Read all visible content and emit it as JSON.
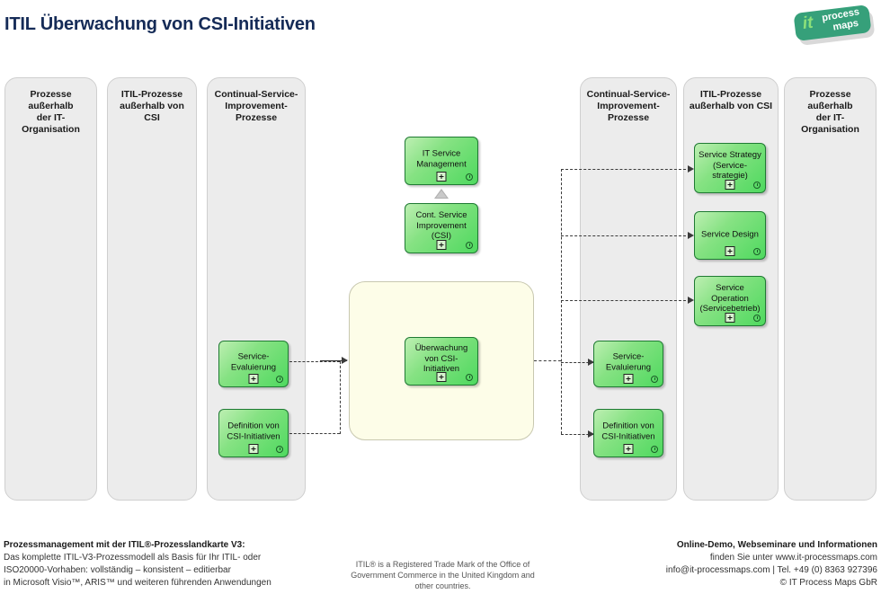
{
  "page": {
    "title": "ITIL Überwachung von CSI-Initiativen"
  },
  "logo": {
    "it": "it",
    "process": "process",
    "maps": "maps",
    "color": "#36a07a",
    "it_color": "#8ce07a"
  },
  "lanes": [
    {
      "id": "lane-left-outside-it",
      "label": "Prozesse außerhalb\nder IT-Organisation"
    },
    {
      "id": "lane-left-itil",
      "label": "ITIL-Prozesse\naußerhalb von CSI"
    },
    {
      "id": "lane-left-csi",
      "label": "Continual-Service-\nImprovement-\nProzesse"
    },
    {
      "id": "lane-right-csi",
      "label": "Continual-Service-\nImprovement-\nProzesse"
    },
    {
      "id": "lane-right-itil",
      "label": "ITIL-Prozesse\naußerhalb von CSI"
    },
    {
      "id": "lane-right-outside-it",
      "label": "Prozesse außerhalb\nder IT-Organisation"
    }
  ],
  "boxes": {
    "it_service_management": "IT Service\nManagement",
    "cont_service_improvement": "Cont. Service\nImprovement\n(CSI)",
    "center_process": "Überwachung\nvon CSI-\nInitiativen",
    "left_service_evaluierung": "Service-\nEvaluierung",
    "left_definition_csi": "Definition von\nCSI-Initiativen",
    "right_service_evaluierung": "Service-\nEvaluierung",
    "right_definition_csi": "Definition von\nCSI-Initiativen",
    "service_strategy": "Service Strategy\n(Service-\nstrategie)",
    "service_design": "Service Design",
    "service_operation": "Service\nOperation\n(Servicebetrieb)"
  },
  "footer": {
    "left": {
      "headline": "Prozessmanagement mit der ITIL®-Prozesslandkarte V3:",
      "line1": "Das komplette ITIL-V3-Prozessmodell als Basis für Ihr ITIL- oder",
      "line2": "ISO20000-Vorhaben: vollständig – konsistent – editierbar",
      "line3": "in Microsoft Visio™, ARIS™ und weiteren führenden Anwendungen"
    },
    "center": {
      "line1": "ITIL® is a Registered Trade Mark of the Office of",
      "line2": "Government Commerce in the United Kingdom and",
      "line3": "other countries."
    },
    "right": {
      "headline": "Online-Demo, Webseminare und Informationen",
      "line1": "finden Sie unter www.it-processmaps.com",
      "line2": "info@it-processmaps.com | Tel. +49 (0) 8363 927396",
      "line3": "© IT Process Maps GbR"
    }
  }
}
